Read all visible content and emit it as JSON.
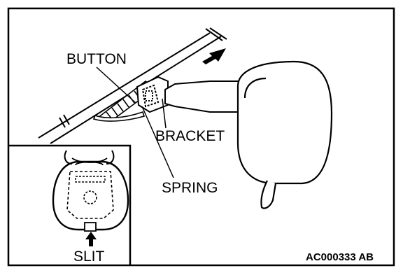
{
  "labels": {
    "button": "BUTTON",
    "bracket": "BRACKET",
    "spring": "SPRING",
    "slit": "SLIT"
  },
  "figure_id": "AC000333 AB"
}
